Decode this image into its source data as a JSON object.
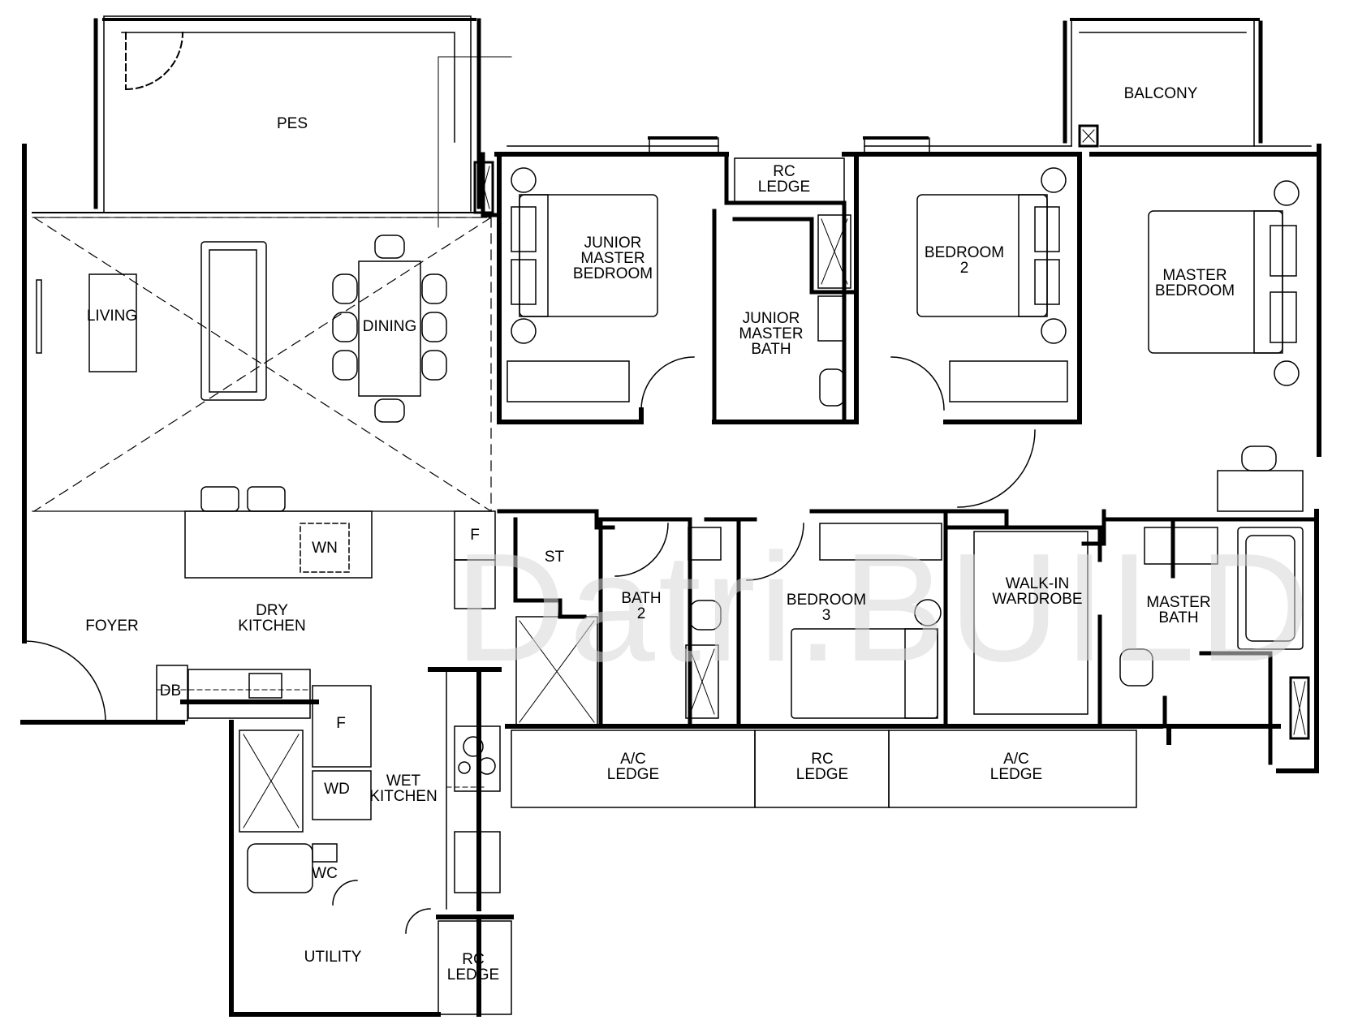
{
  "watermark": "Datri.BUILD",
  "rooms": {
    "pes": [
      "PES"
    ],
    "balcony": [
      "BALCONY"
    ],
    "rc_ledge_top": [
      "RC",
      "LEDGE"
    ],
    "living": [
      "LIVING"
    ],
    "dining": [
      "DINING"
    ],
    "junior_master_bedroom": [
      "JUNIOR",
      "MASTER",
      "BEDROOM"
    ],
    "junior_master_bath": [
      "JUNIOR",
      "MASTER",
      "BATH"
    ],
    "bedroom_2": [
      "BEDROOM",
      "2"
    ],
    "master_bedroom": [
      "MASTER",
      "BEDROOM"
    ],
    "wn": [
      "WN"
    ],
    "fridge_1": [
      "F"
    ],
    "store": [
      "ST"
    ],
    "bath_2": [
      "BATH",
      "2"
    ],
    "bedroom_3": [
      "BEDROOM",
      "3"
    ],
    "walk_in_wardrobe": [
      "WALK-IN",
      "WARDROBE"
    ],
    "master_bath": [
      "MASTER",
      "BATH"
    ],
    "foyer": [
      "FOYER"
    ],
    "dry_kitchen": [
      "DRY",
      "KITCHEN"
    ],
    "db": [
      "DB"
    ],
    "fridge_2": [
      "F"
    ],
    "wd": [
      "WD"
    ],
    "wet_kitchen": [
      "WET",
      "KITCHEN"
    ],
    "wc": [
      "WC"
    ],
    "utility": [
      "UTILITY"
    ],
    "rc_ledge_bottom": [
      "RC",
      "LEDGE"
    ],
    "ac_ledge_1": [
      "A/C",
      "LEDGE"
    ],
    "rc_ledge_mid": [
      "RC",
      "LEDGE"
    ],
    "ac_ledge_2": [
      "A/C",
      "LEDGE"
    ]
  }
}
